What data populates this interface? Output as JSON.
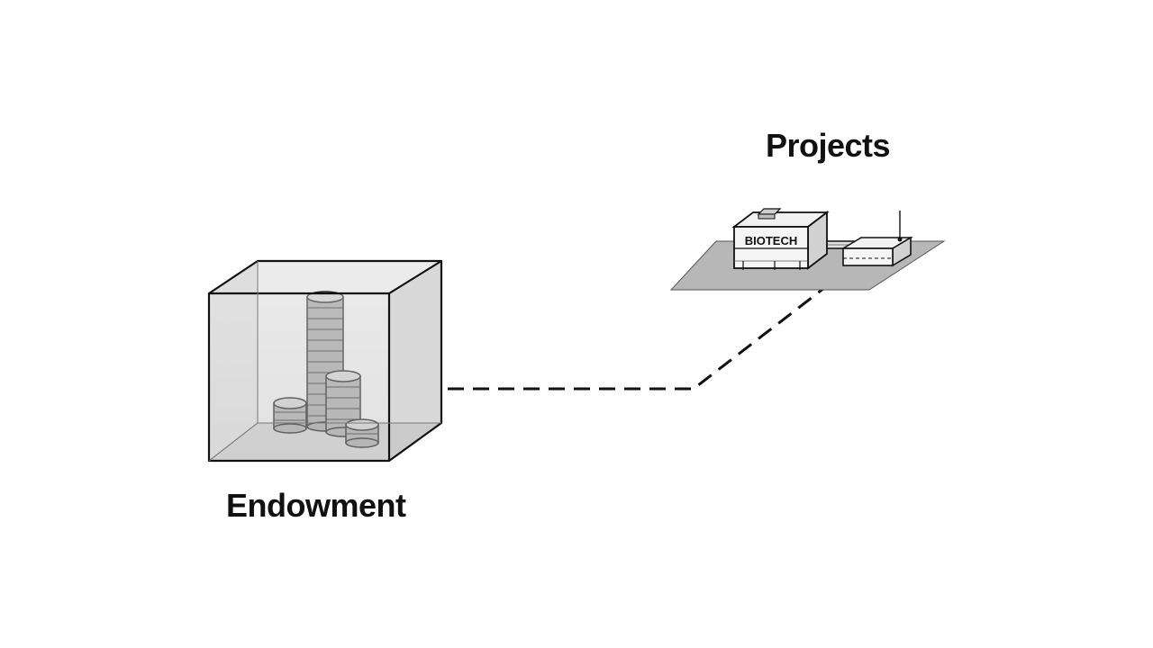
{
  "nodes": {
    "endowment": {
      "label": "Endowment",
      "icon": "coin-stacks-box-icon"
    },
    "projects": {
      "label": "Projects",
      "icon": "biotech-campus-icon",
      "sign": "BIOTECH"
    }
  },
  "connector": {
    "style": "dashed",
    "from": "endowment",
    "to": "projects"
  },
  "colors": {
    "ink": "#111111",
    "ground": "#b7b7b7",
    "box_face": "#d9d9d9",
    "coin": "#a8a8a8"
  }
}
